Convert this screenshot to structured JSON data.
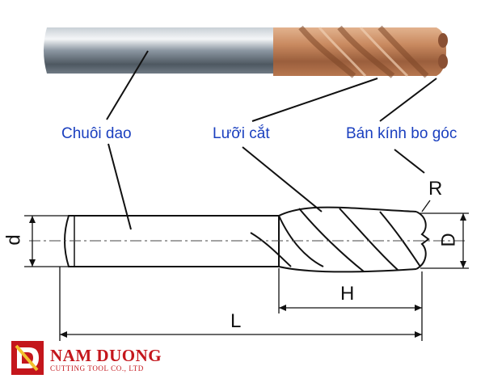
{
  "labels": {
    "shank": "Chuôi dao",
    "cutting_edge": "Lưỡi cắt",
    "corner_radius": "Bán kính bo góc"
  },
  "dimensions": {
    "shank_diameter": "d",
    "cutting_diameter": "D",
    "radius": "R",
    "flute_length": "H",
    "overall_length": "L"
  },
  "brand": {
    "name": "NAM DUONG",
    "tagline": "CUTTING TOOL CO., LTD"
  },
  "colors": {
    "label_blue": "#1a3fbf",
    "brand_red": "#c4161c",
    "coating_bronze": "#c98a60",
    "shank_steel": "#8e9aa6"
  }
}
